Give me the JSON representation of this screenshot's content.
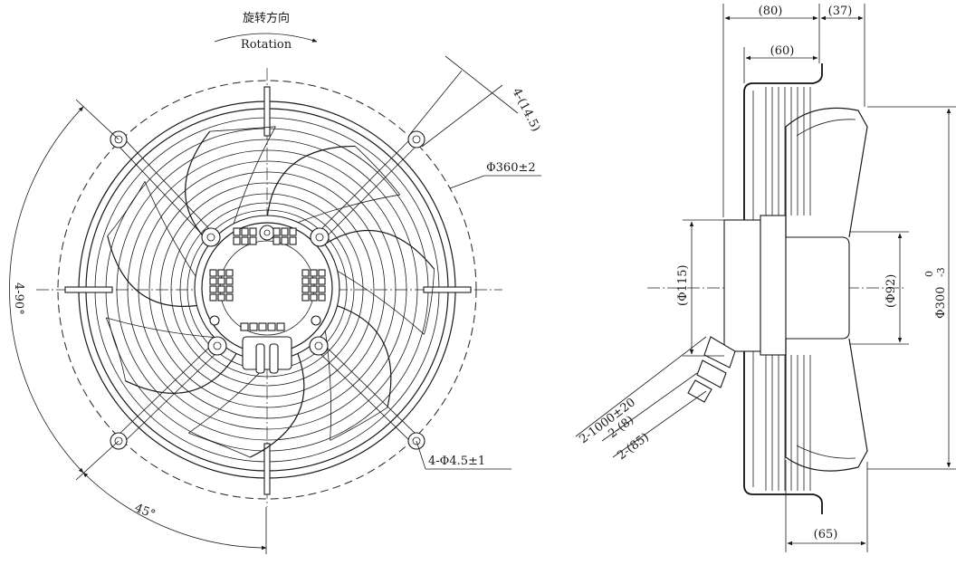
{
  "front_view": {
    "rotation_cn": "旋转方向",
    "rotation_en": "Rotation",
    "dim_slot_width": "4-(14.5)",
    "dim_diameter_outer": "Φ360±2",
    "dim_mount_holes": "4-Φ4.5±1",
    "dim_angle_90": "4-90°",
    "dim_angle_45": "45°"
  },
  "side_view": {
    "dim_depth_total": "(80)",
    "dim_depth_front": "(37)",
    "dim_depth_frame": "(60)",
    "dim_motor_dia": "(Φ115)",
    "dim_hub_dia": "(Φ92)",
    "dim_blade_dia": "Φ300",
    "dim_blade_tol_upper": "0",
    "dim_blade_tol_lower": "-3",
    "dim_blade_depth": "(65)",
    "dim_cable_length": "2-1000±20",
    "dim_cable_strip1": "2-(8)",
    "dim_cable_strip2": "2-(85)"
  }
}
